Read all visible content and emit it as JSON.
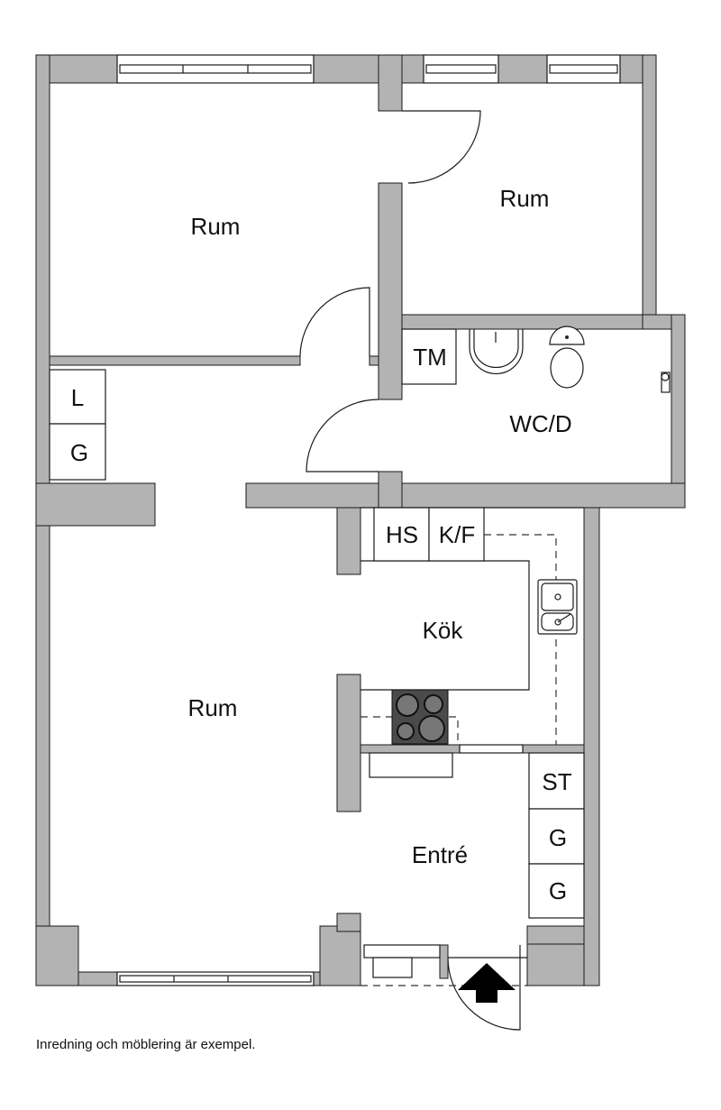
{
  "rooms": {
    "room_top_left": "Rum",
    "room_top_right": "Rum",
    "bathroom": "WC/D",
    "kitchen": "Kök",
    "living_room": "Rum",
    "entrance": "Entré"
  },
  "fixtures": {
    "linen_closet": "L",
    "wardrobe_hall": "G",
    "washing_machine": "TM",
    "high_cabinet": "HS",
    "fridge_freezer": "K/F",
    "cleaning_cabinet": "ST",
    "wardrobe_1": "G",
    "wardrobe_2": "G"
  },
  "colors": {
    "wall": "#b3b3b3",
    "stove": "#4a4a4a"
  },
  "footnote": "Inredning och möblering är exempel."
}
